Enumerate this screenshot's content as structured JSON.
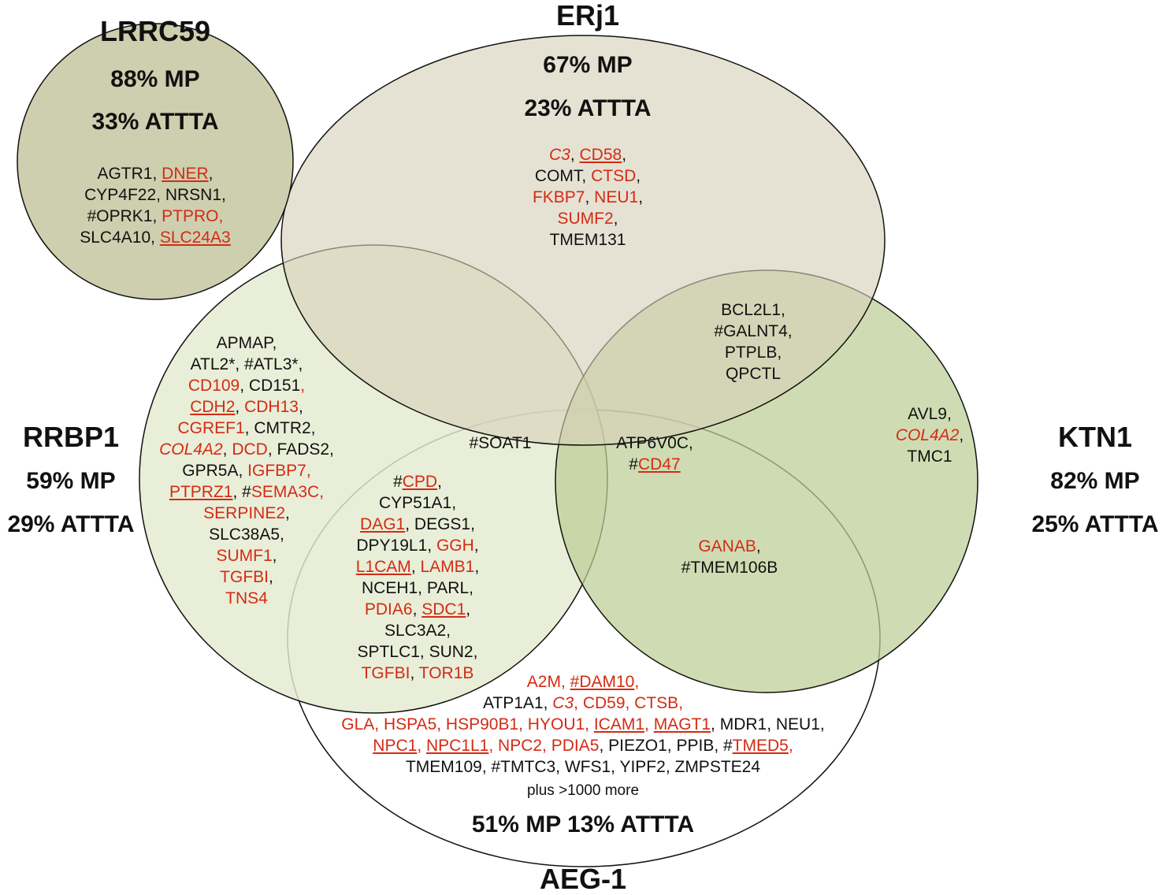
{
  "colors": {
    "highlight_gene": "#d42b14",
    "default_gene": "#111111",
    "lrrc59_fill": "#cdcfae",
    "erj1_fill": "#d6d1b8",
    "rrbp1_fill": "#e4ead0",
    "ktn1_fill": "#bccf95",
    "aeg1_fill": "#ffffff"
  },
  "sets": {
    "lrrc59": {
      "name": "LRRC59",
      "mp": "88% MP",
      "attta": "33% ATTTA"
    },
    "erj1": {
      "name": "ERj1",
      "mp": "67% MP",
      "attta": "23% ATTTA"
    },
    "rrbp1": {
      "name": "RRBP1",
      "mp": "59% MP",
      "attta": "29% ATTTA"
    },
    "ktn1": {
      "name": "KTN1",
      "mp": "82% MP",
      "attta": "25% ATTTA"
    },
    "aeg1": {
      "name": "AEG-1",
      "stats": "51% MP 13% ATTTA"
    }
  },
  "regions": {
    "lrrc59_only": [
      [
        {
          "t": "AGTR1, "
        },
        {
          "t": "DNER",
          "c": "red",
          "u": true
        },
        {
          "t": ","
        }
      ],
      [
        {
          "t": "CYP4F22, NRSN1,"
        }
      ],
      [
        {
          "t": "#OPRK1, "
        },
        {
          "t": "PTPRO,",
          "c": "red"
        }
      ],
      [
        {
          "t": "SLC4A10, "
        },
        {
          "t": "SLC24A3",
          "c": "red",
          "u": true
        }
      ]
    ],
    "erj1_only": [
      [
        {
          "t": "C3",
          "c": "red",
          "i": true
        },
        {
          "t": ", "
        },
        {
          "t": "CD58",
          "c": "red",
          "u": true
        },
        {
          "t": ","
        }
      ],
      [
        {
          "t": "COMT, "
        },
        {
          "t": "CTSD",
          "c": "red"
        },
        {
          "t": ","
        }
      ],
      [
        {
          "t": "FKBP7",
          "c": "red"
        },
        {
          "t": ", "
        },
        {
          "t": "NEU1",
          "c": "red"
        },
        {
          "t": ","
        }
      ],
      [
        {
          "t": "SUMF2",
          "c": "red"
        },
        {
          "t": ","
        }
      ],
      [
        {
          "t": "TMEM131"
        }
      ]
    ],
    "erj1_ktn1": [
      [
        {
          "t": "BCL2L1,"
        }
      ],
      [
        {
          "t": "#GALNT4,"
        }
      ],
      [
        {
          "t": "PTPLB,"
        }
      ],
      [
        {
          "t": "QPCTL"
        }
      ]
    ],
    "rrbp1_only": [
      [
        {
          "t": "APMAP,"
        }
      ],
      [
        {
          "t": "ATL2*, #ATL3*,"
        }
      ],
      [
        {
          "t": "CD109",
          "c": "red"
        },
        {
          "t": ", CD151"
        },
        {
          "t": ",",
          "c": "red"
        }
      ],
      [
        {
          "t": "CDH2",
          "c": "red",
          "u": true
        },
        {
          "t": ", "
        },
        {
          "t": "CDH13",
          "c": "red"
        },
        {
          "t": ","
        }
      ],
      [
        {
          "t": "CGREF1",
          "c": "red"
        },
        {
          "t": ", CMTR2,"
        }
      ],
      [
        {
          "t": "COL4A2",
          "c": "red",
          "i": true
        },
        {
          "t": ", "
        },
        {
          "t": "DCD",
          "c": "red"
        },
        {
          "t": ", FADS2,"
        }
      ],
      [
        {
          "t": "GPR5A, "
        },
        {
          "t": "IGFBP7",
          "c": "red"
        },
        {
          "t": ",",
          "c": "red"
        }
      ],
      [
        {
          "t": "PTPRZ1",
          "c": "red",
          "u": true
        },
        {
          "t": ", #"
        },
        {
          "t": "SEMA3C",
          "c": "red"
        },
        {
          "t": ",",
          "c": "red"
        }
      ],
      [
        {
          "t": "SERPINE2",
          "c": "red"
        },
        {
          "t": ","
        }
      ],
      [
        {
          "t": "SLC38A5,"
        }
      ],
      [
        {
          "t": "SUMF1",
          "c": "red"
        },
        {
          "t": ","
        }
      ],
      [
        {
          "t": "TGFBI",
          "c": "red"
        },
        {
          "t": ","
        }
      ],
      [
        {
          "t": "TNS4",
          "c": "red"
        }
      ]
    ],
    "erj1_rrbp1_aeg1": [
      [
        {
          "t": "#SOAT1"
        }
      ]
    ],
    "erj1_rrbp1_ktn1_aeg1": [
      [
        {
          "t": "ATP6V0C,"
        }
      ],
      [
        {
          "t": "#"
        },
        {
          "t": "CD47",
          "c": "red",
          "u": true
        }
      ]
    ],
    "ktn1_only": [
      [
        {
          "t": "AVL9,"
        }
      ],
      [
        {
          "t": "COL4A2",
          "c": "red",
          "i": true
        },
        {
          "t": ","
        }
      ],
      [
        {
          "t": "TMC1"
        }
      ]
    ],
    "rrbp1_aeg1": [
      [
        {
          "t": "#"
        },
        {
          "t": "CPD",
          "c": "red",
          "u": true
        },
        {
          "t": ","
        }
      ],
      [
        {
          "t": "CYP51A1,"
        }
      ],
      [
        {
          "t": "DAG1",
          "c": "red",
          "u": true
        },
        {
          "t": ", DEGS1,"
        }
      ],
      [
        {
          "t": "DPY19L1, "
        },
        {
          "t": "GGH",
          "c": "red"
        },
        {
          "t": ","
        }
      ],
      [
        {
          "t": "L1CAM",
          "c": "red",
          "u": true
        },
        {
          "t": ", "
        },
        {
          "t": "LAMB1",
          "c": "red"
        },
        {
          "t": ","
        }
      ],
      [
        {
          "t": "NCEH1, PARL,"
        }
      ],
      [
        {
          "t": "PDIA6",
          "c": "red"
        },
        {
          "t": ", "
        },
        {
          "t": "SDC1",
          "c": "red",
          "u": true
        },
        {
          "t": ","
        }
      ],
      [
        {
          "t": "SLC3A2,"
        }
      ],
      [
        {
          "t": "SPTLC1, SUN2,"
        }
      ],
      [
        {
          "t": "TGFBI",
          "c": "red"
        },
        {
          "t": ", "
        },
        {
          "t": "TOR1B",
          "c": "red"
        }
      ]
    ],
    "ktn1_aeg1": [
      [
        {
          "t": "GANAB",
          "c": "red"
        },
        {
          "t": ","
        }
      ],
      [
        {
          "t": "#TMEM106B"
        }
      ]
    ],
    "aeg1_only": [
      [
        {
          "t": "A2M",
          "c": "red"
        },
        {
          "t": ", ",
          "c": "red"
        },
        {
          "t": "#DAM10",
          "c": "red",
          "u": true
        },
        {
          "t": ",",
          "c": "red"
        }
      ],
      [
        {
          "t": "ATP1A1, "
        },
        {
          "t": "C3",
          "c": "red",
          "i": true
        },
        {
          "t": ", CD59, CTSB,",
          "c": "red"
        }
      ],
      [
        {
          "t": "GLA, HSPA5, HSP90B1, HYOU1, ",
          "c": "red"
        },
        {
          "t": "ICAM1",
          "c": "red",
          "u": true
        },
        {
          "t": ", ",
          "c": "red"
        },
        {
          "t": "MAGT1",
          "c": "red",
          "u": true
        },
        {
          "t": ", MDR1, NEU1,"
        }
      ],
      [
        {
          "t": "NPC1",
          "c": "red",
          "u": true
        },
        {
          "t": ", ",
          "c": "red"
        },
        {
          "t": "NPC1L1",
          "c": "red",
          "u": true
        },
        {
          "t": ", NPC2, PDIA5",
          "c": "red"
        },
        {
          "t": ", PIEZO1, PPIB, #"
        },
        {
          "t": "TMED5",
          "c": "red",
          "u": true
        },
        {
          "t": ",",
          "c": "red"
        }
      ],
      [
        {
          "t": "TMEM109, #TMTC3, WFS1, YIPF2, ZMPSTE24"
        }
      ]
    ],
    "aeg1_more": "plus >1000 more"
  }
}
